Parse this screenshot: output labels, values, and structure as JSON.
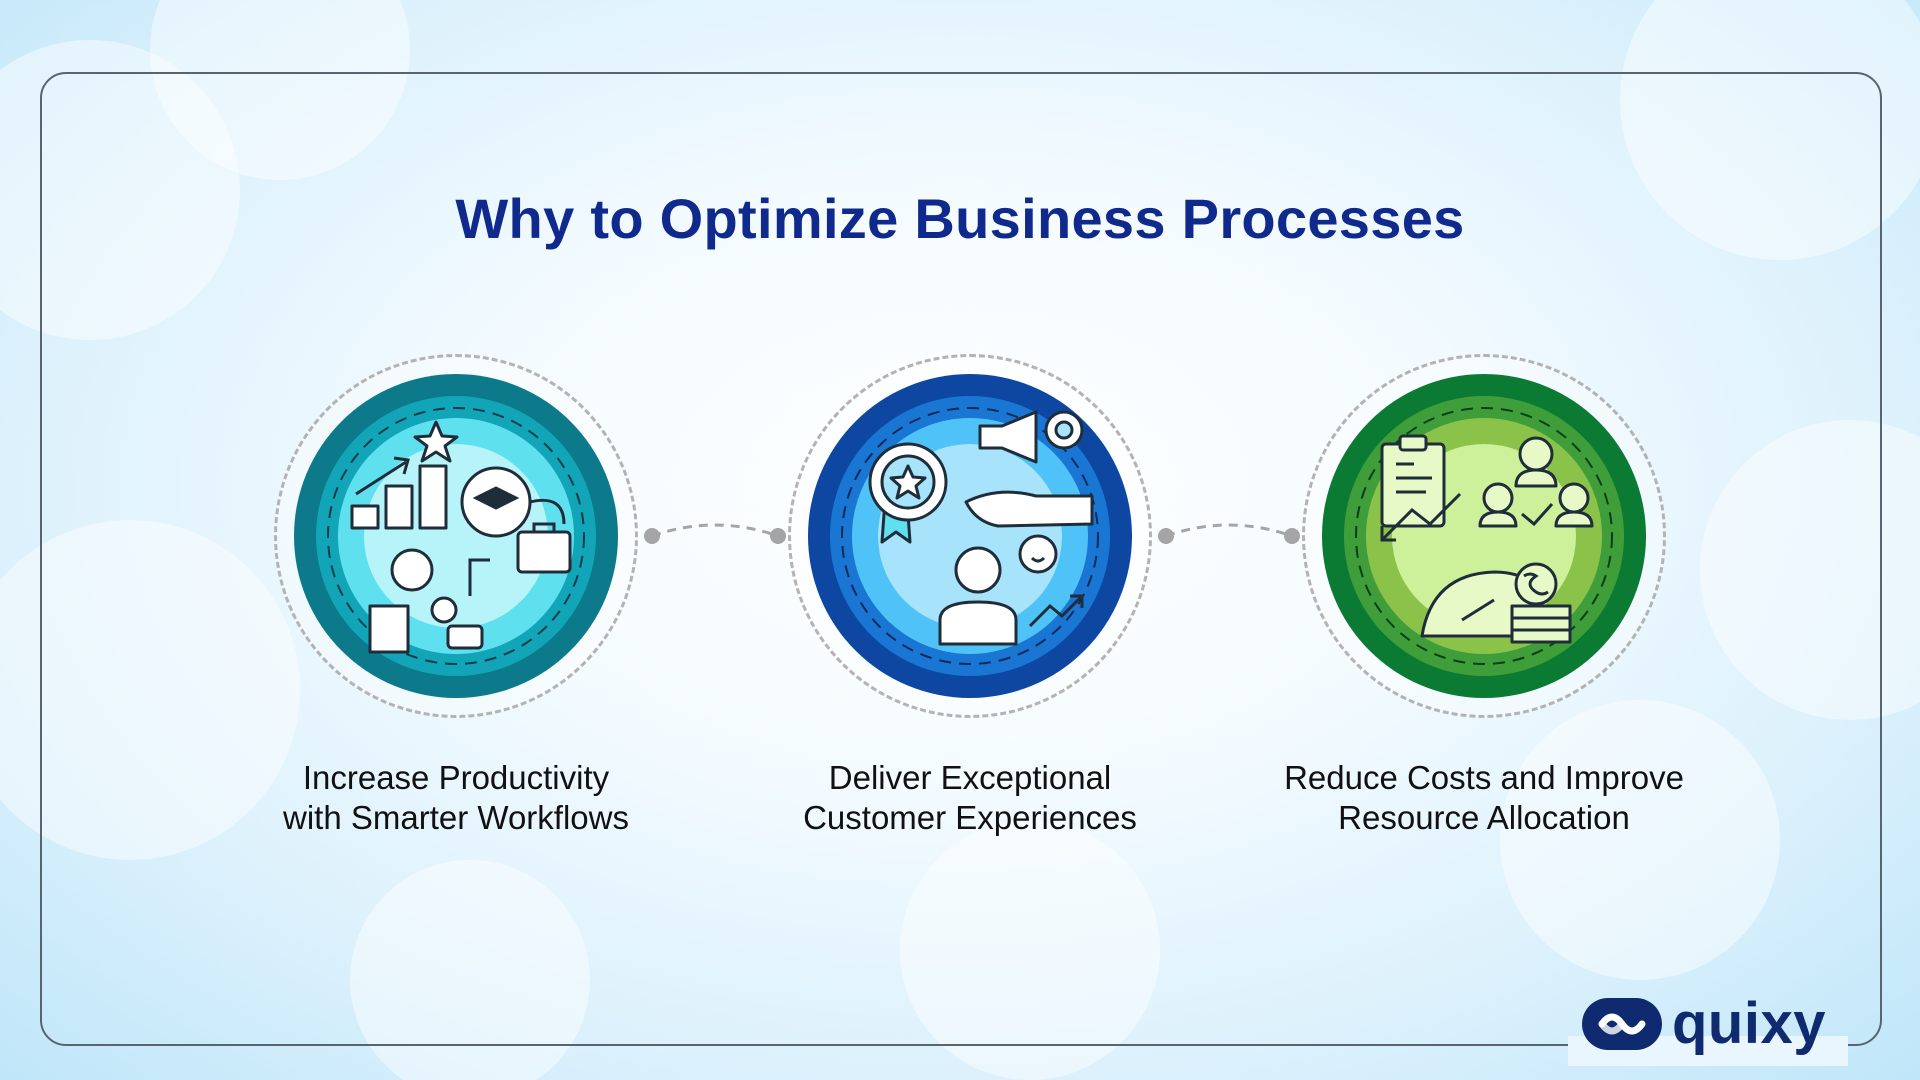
{
  "title": "Why to Optimize Business Processes",
  "items": [
    {
      "caption_line1": "Increase Productivity",
      "caption_line2": "with Smarter Workflows",
      "icon": "productivity-workflow-icon",
      "colors": {
        "outer": "#0d7a8c",
        "mid": "#12a5b8",
        "inner": "#5ee0ef",
        "center": "#b6f4fa"
      }
    },
    {
      "caption_line1": "Deliver Exceptional",
      "caption_line2": "Customer Experiences",
      "icon": "customer-experience-icon",
      "colors": {
        "outer": "#0d47a1",
        "mid": "#1976d2",
        "inner": "#4fc3f7",
        "center": "#a7e3fb"
      }
    },
    {
      "caption_line1": "Reduce Costs and Improve",
      "caption_line2": "Resource Allocation",
      "icon": "cost-reduction-icon",
      "colors": {
        "outer": "#0b7a33",
        "mid": "#3f9e3a",
        "inner": "#8bc34a",
        "center": "#cdf09a"
      }
    }
  ],
  "logo": {
    "text": "quixy",
    "icon": "quixy-logo-icon",
    "color": "#0f2a6e"
  },
  "line_color": "#2d3a4a",
  "accent_title_color": "#0f2a8c"
}
